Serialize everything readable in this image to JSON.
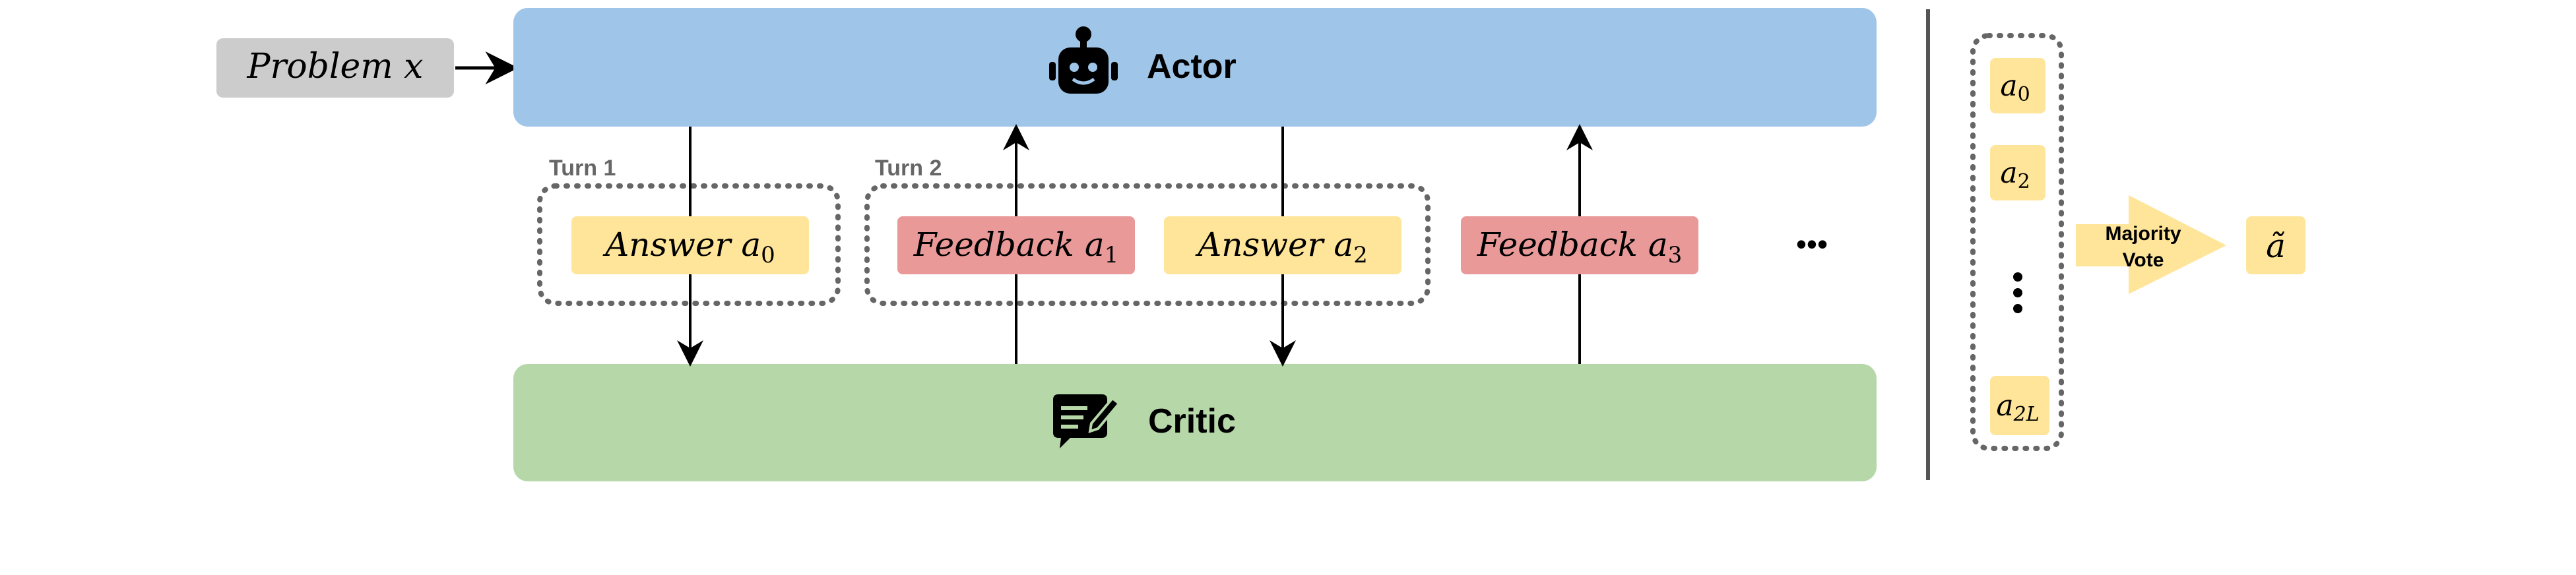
{
  "problem": {
    "label": "Problem",
    "var": "x"
  },
  "actor": {
    "label": "Actor",
    "icon": "robot-icon",
    "color": "#9fc5e8"
  },
  "critic": {
    "label": "Critic",
    "icon": "edit-message-icon",
    "color": "#b6d7a8"
  },
  "turns": [
    {
      "label": "Turn 1"
    },
    {
      "label": "Turn 2"
    }
  ],
  "chips": [
    {
      "kind": "Answer",
      "var": "a",
      "sub": "0",
      "color": "#ffe599"
    },
    {
      "kind": "Feedback",
      "var": "a",
      "sub": "1",
      "color": "#ea9999"
    },
    {
      "kind": "Answer",
      "var": "a",
      "sub": "2",
      "color": "#ffe599"
    },
    {
      "kind": "Feedback",
      "var": "a",
      "sub": "3",
      "color": "#ea9999"
    }
  ],
  "ellipsis": "•••",
  "vote_stack": [
    {
      "var": "a",
      "sub": "0"
    },
    {
      "var": "a",
      "sub": "2"
    },
    {
      "var": "a",
      "sub": "2L"
    }
  ],
  "vote_stack_ellipsis": "•\n•\n•",
  "majority_vote": {
    "line1": "Majority",
    "line2": "Vote",
    "color": "#ffe599"
  },
  "result": {
    "var": "ã"
  },
  "colors": {
    "problem_bg": "#cccccc",
    "chip_yellow": "#ffe599",
    "chip_red": "#ea9999",
    "dotted": "#666666"
  }
}
